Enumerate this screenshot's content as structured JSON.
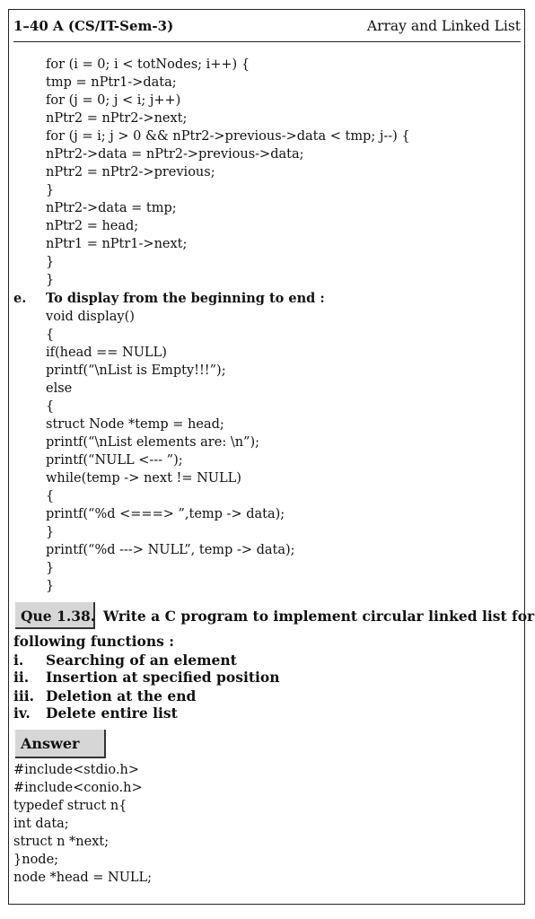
{
  "header": {
    "page_label": "1–40 A (CS/IT-Sem-3)",
    "chapter_title": "Array and Linked List"
  },
  "sort_code": [
    "for (i = 0; i < totNodes; i++) {",
    "tmp = nPtr1->data;",
    "for (j = 0; j < i; j++)",
    "nPtr2 = nPtr2->next;",
    "for (j = i; j > 0 && nPtr2->previous->data < tmp; j--) {",
    "nPtr2->data = nPtr2->previous->data;",
    "nPtr2 = nPtr2->previous;",
    "}",
    "nPtr2->data = tmp;",
    "nPtr2 = head;",
    "nPtr1 = nPtr1->next;",
    "}",
    "}"
  ],
  "section_e": {
    "marker": "e.",
    "title": "To display from the beginning to end :"
  },
  "display_code": [
    "void display()",
    "{",
    "if(head == NULL)",
    "printf(“\\nList is Empty!!!”);",
    "else",
    "{",
    "struct Node *temp = head;",
    "printf(“\\nList elements are: \\n”);",
    "printf(“NULL <--- ”);",
    "while(temp -> next != NULL)",
    "{",
    "printf(“%d <===> ”,temp -> data);",
    "}",
    "printf(“%d ---> NULL”, temp -> data);",
    "}",
    "}"
  ],
  "question": {
    "label": "Que 1.38.",
    "title": "Write a C program to implement circular linked list for",
    "title_cont": "following functions :",
    "items": [
      {
        "marker": "i.",
        "text": "Searching of an element"
      },
      {
        "marker": "ii.",
        "text": "Insertion at specified position"
      },
      {
        "marker": "iii.",
        "text": "Deletion at the end"
      },
      {
        "marker": "iv.",
        "text": "Delete entire list"
      }
    ]
  },
  "answer": {
    "label": "Answer",
    "code": [
      "#include<stdio.h>",
      "#include<conio.h>",
      "typedef struct n{",
      "int data;",
      "struct n *next;",
      "}node;",
      "node *head = NULL;"
    ]
  }
}
